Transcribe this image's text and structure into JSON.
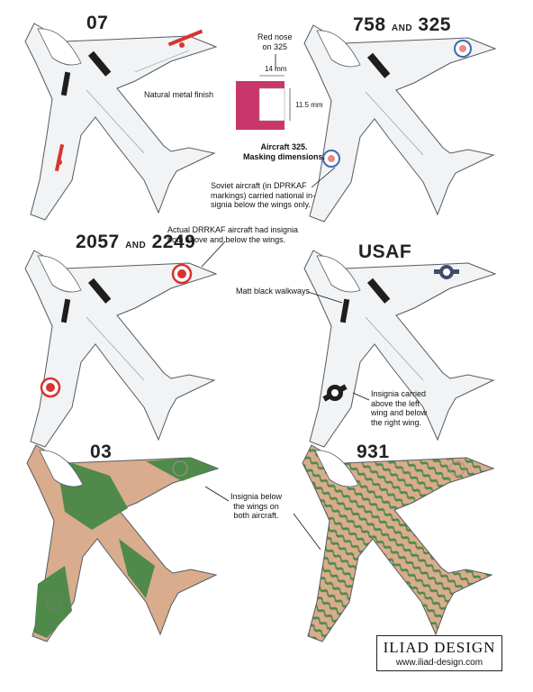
{
  "labels": {
    "p07": "07",
    "p758_a": "758",
    "p758_and": "AND",
    "p758_b": "325",
    "p2057_a": "2057",
    "p2057_and": "AND",
    "p2057_b": "2249",
    "usaf": "USAF",
    "p03": "03",
    "p931": "931"
  },
  "notes": {
    "natural_metal": "Natural metal finish",
    "red_nose_1": "Red nose",
    "red_nose_2": "on 325",
    "dim_14": "14 mm",
    "dim_115": "11.5 mm",
    "mask_1": "Aircraft 325.",
    "mask_2": "Masking dimensions.",
    "soviet_1": "Soviet aircraft (in DPRKAF",
    "soviet_2": "markings) carried national in-",
    "soviet_3": "signia below the wings only.",
    "actual_1": "Actual DRRKAF aircraft had insignia",
    "actual_2": "both above and below the wings.",
    "walkways": "Matt black walkways",
    "ins_1": "Insignia carried",
    "ins_2": "above the left",
    "ins_3": "wing and below",
    "ins_4": "the right wing.",
    "below_1": "Insignia below",
    "below_2": "the wings on",
    "below_3": "both aircraft."
  },
  "logo": {
    "title": "ILIAD DESIGN",
    "url": "www.iliad-design.com"
  },
  "colors": {
    "metal": "#f1f3f4",
    "outline": "#555c62",
    "walkway": "#1e1e1e",
    "red": "#d8342f",
    "nose_magenta": "#c8366a",
    "camo_green": "#4f8a4a",
    "camo_tan": "#d8ac8c",
    "usaf_blue": "#3f4c6b"
  }
}
